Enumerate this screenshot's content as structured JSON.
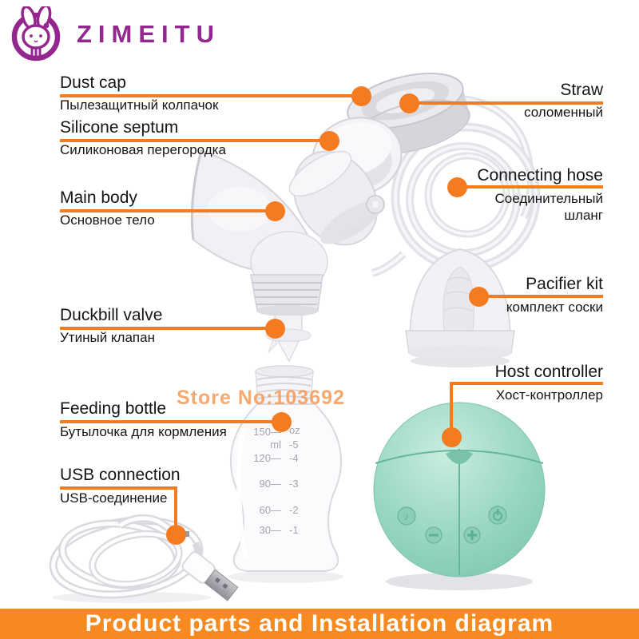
{
  "brand": {
    "name": "ZIMEITU"
  },
  "colors": {
    "accent": "#F47B20",
    "brand_purple": "#93278F",
    "banner_bg": "#F6891F",
    "device_green": "#93D5BF"
  },
  "labels": {
    "left": [
      {
        "id": "dust-cap",
        "en": "Dust cap",
        "ru": "Пылезащитный колпачок"
      },
      {
        "id": "silicone-septum",
        "en": "Silicone septum",
        "ru": "Силиконовая перегородка"
      },
      {
        "id": "main-body",
        "en": "Main body",
        "ru": "Основное тело"
      },
      {
        "id": "duckbill-valve",
        "en": "Duckbill valve",
        "ru": "Утиный клапан"
      },
      {
        "id": "feeding-bottle",
        "en": "Feeding bottle",
        "ru": "Бутылочка для кормления"
      },
      {
        "id": "usb-connection",
        "en": "USB connection",
        "ru": "USB-соединение"
      }
    ],
    "right": [
      {
        "id": "straw",
        "en": "Straw",
        "ru": "соломенный"
      },
      {
        "id": "connecting-hose",
        "en": "Connecting hose",
        "ru": "Соединительный шланг"
      },
      {
        "id": "pacifier-kit",
        "en": "Pacifier kit",
        "ru": "комплект соски"
      },
      {
        "id": "host-controller",
        "en": "Host controller",
        "ru": "Хост-контроллер"
      }
    ]
  },
  "watermark": {
    "text": "Store No:103692"
  },
  "bottle": {
    "ml_ticks": [
      "150—",
      "ml",
      "120—",
      "90—",
      "60—",
      "30—"
    ],
    "oz_ticks": [
      "oz",
      "-5",
      "-4",
      "-3",
      "-2",
      "-1"
    ]
  },
  "controller": {
    "melody_icon": "♪"
  },
  "banner": {
    "text": "Product parts and Installation diagram"
  }
}
